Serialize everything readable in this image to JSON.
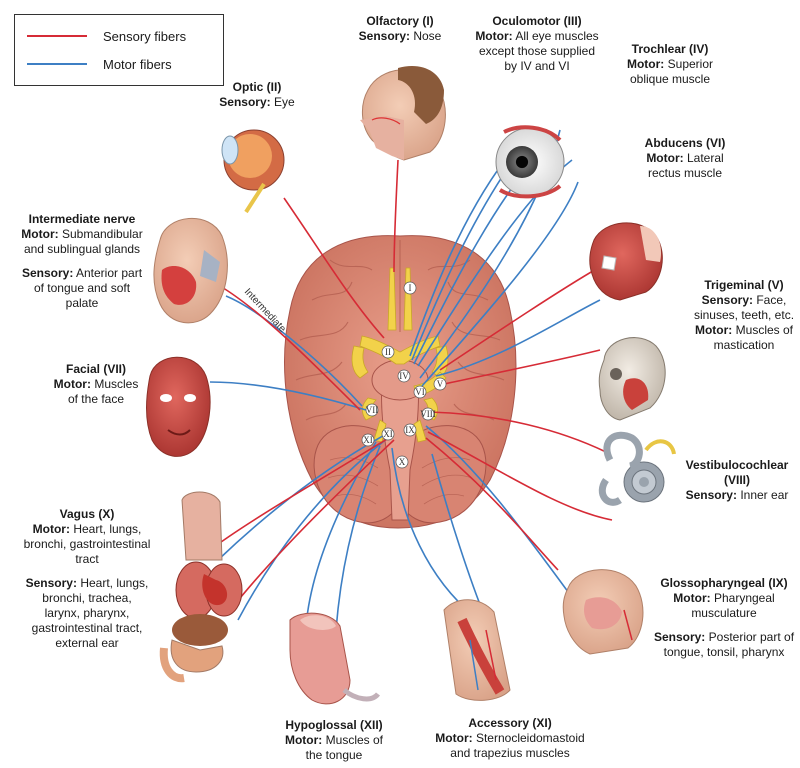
{
  "legend": {
    "sensory": {
      "label": "Sensory fibers",
      "color": "#d62b36"
    },
    "motor": {
      "label": "Motor fibers",
      "color": "#3d7fc4"
    }
  },
  "intermediate_tag": "Intermediate",
  "roman_markers": [
    "I",
    "II",
    "IV",
    "VI",
    "VII",
    "V",
    "VIII",
    "IX",
    "X",
    "XI",
    "XI"
  ],
  "nerves": {
    "olfactory": {
      "title": "Olfactory (I)",
      "lines": [
        {
          "kind": "Sensory:",
          "text": "Nose"
        }
      ]
    },
    "oculomotor": {
      "title": "Oculomotor (III)",
      "lines": [
        {
          "kind": "Motor:",
          "text": "All eye muscles"
        },
        {
          "kind": "",
          "text": "except those supplied"
        },
        {
          "kind": "",
          "text": "by IV and VI"
        }
      ]
    },
    "trochlear": {
      "title": "Trochlear (IV)",
      "lines": [
        {
          "kind": "Motor:",
          "text": "Superior"
        },
        {
          "kind": "",
          "text": "oblique muscle"
        }
      ]
    },
    "optic": {
      "title": "Optic (II)",
      "lines": [
        {
          "kind": "Sensory:",
          "text": "Eye"
        }
      ]
    },
    "abducens": {
      "title": "Abducens (VI)",
      "lines": [
        {
          "kind": "Motor:",
          "text": "Lateral"
        },
        {
          "kind": "",
          "text": "rectus muscle"
        }
      ]
    },
    "intermediate": {
      "title": "Intermediate nerve",
      "lines": [
        {
          "kind": "Motor:",
          "text": "Submandibular"
        },
        {
          "kind": "",
          "text": "and sublingual glands"
        }
      ],
      "lines2": [
        {
          "kind": "Sensory:",
          "text": "Anterior part"
        },
        {
          "kind": "",
          "text": "of tongue and soft"
        },
        {
          "kind": "",
          "text": "palate"
        }
      ]
    },
    "trigeminal": {
      "title": "Trigeminal (V)",
      "lines": [
        {
          "kind": "Sensory:",
          "text": "Face,"
        },
        {
          "kind": "",
          "text": "sinuses, teeth, etc."
        },
        {
          "kind": "Motor:",
          "text": "Muscles of"
        },
        {
          "kind": "",
          "text": "mastication"
        }
      ]
    },
    "facial": {
      "title": "Facial (VII)",
      "lines": [
        {
          "kind": "Motor:",
          "text": "Muscles"
        },
        {
          "kind": "",
          "text": "of the face"
        }
      ]
    },
    "vestibulocochlear": {
      "title": "Vestibulocochlear (VIII)",
      "lines": [
        {
          "kind": "Sensory:",
          "text": "Inner ear"
        }
      ]
    },
    "vagus": {
      "title": "Vagus (X)",
      "lines": [
        {
          "kind": "Motor:",
          "text": "Heart, lungs,"
        },
        {
          "kind": "",
          "text": "bronchi, gastrointestinal"
        },
        {
          "kind": "",
          "text": "tract"
        }
      ],
      "lines2": [
        {
          "kind": "Sensory:",
          "text": "Heart, lungs,"
        },
        {
          "kind": "",
          "text": "bronchi, trachea,"
        },
        {
          "kind": "",
          "text": "larynx, pharynx,"
        },
        {
          "kind": "",
          "text": "gastrointestinal tract,"
        },
        {
          "kind": "",
          "text": "external ear"
        }
      ]
    },
    "glossopharyngeal": {
      "title": "Glossopharyngeal (IX)",
      "lines": [
        {
          "kind": "Motor:",
          "text": "Pharyngeal"
        },
        {
          "kind": "",
          "text": "musculature"
        }
      ],
      "lines2": [
        {
          "kind": "Sensory:",
          "text": "Posterior part of"
        },
        {
          "kind": "",
          "text": "tongue, tonsil, pharynx"
        }
      ]
    },
    "hypoglossal": {
      "title": "Hypoglossal (XII)",
      "lines": [
        {
          "kind": "Motor:",
          "text": "Muscles of"
        },
        {
          "kind": "",
          "text": "the tongue"
        }
      ]
    },
    "accessory": {
      "title": "Accessory (XI)",
      "lines": [
        {
          "kind": "Motor:",
          "text": "Sternocleidomastoid"
        },
        {
          "kind": "",
          "text": "and trapezius muscles"
        }
      ]
    }
  }
}
